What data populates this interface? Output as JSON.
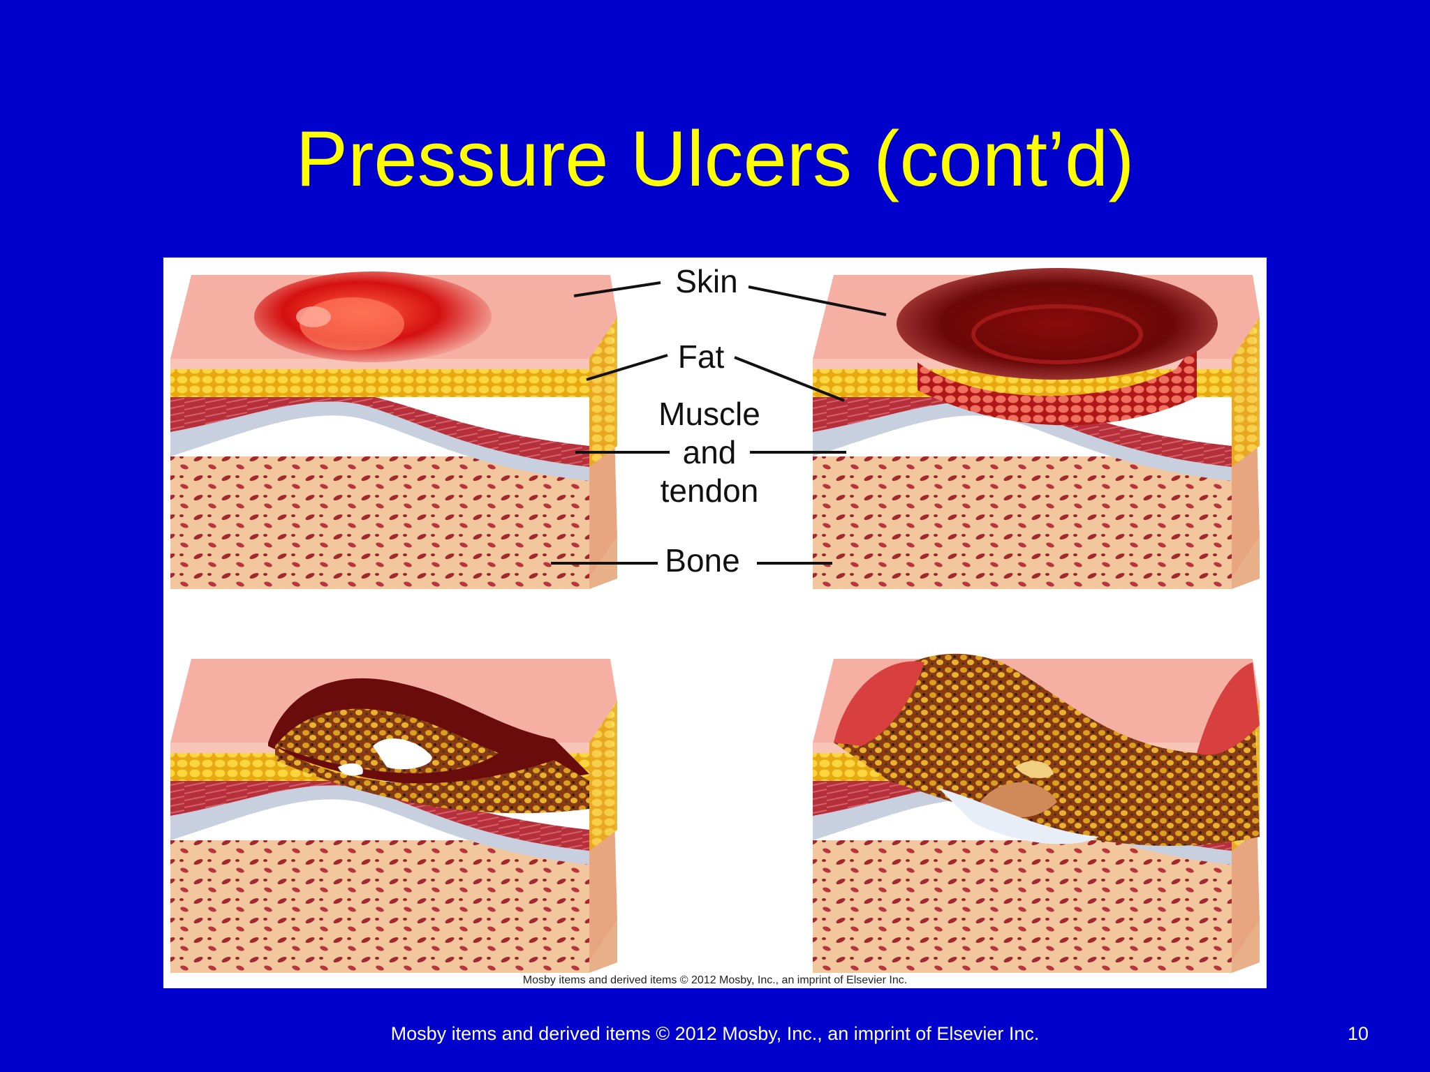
{
  "slide": {
    "title": "Pressure Ulcers (cont’d)",
    "footer": "Mosby items and derived items © 2012 Mosby, Inc., an imprint of Elsevier Inc.",
    "page_number": "10"
  },
  "figure": {
    "labels": {
      "skin": "Skin",
      "fat": "Fat",
      "muscle_line1": "Muscle",
      "muscle_line2": "and",
      "muscle_line3": "tendon",
      "bone": "Bone"
    },
    "credit": "Mosby items and derived items © 2012 Mosby, Inc., an imprint of Elsevier Inc."
  },
  "colors": {
    "background": "#0000cc",
    "title": "#ffff00",
    "skin": "#f5b0a3",
    "fat": "#f2c522",
    "muscle": "#b5303a",
    "bone": "#f2c79e",
    "wound": "#c01010"
  }
}
